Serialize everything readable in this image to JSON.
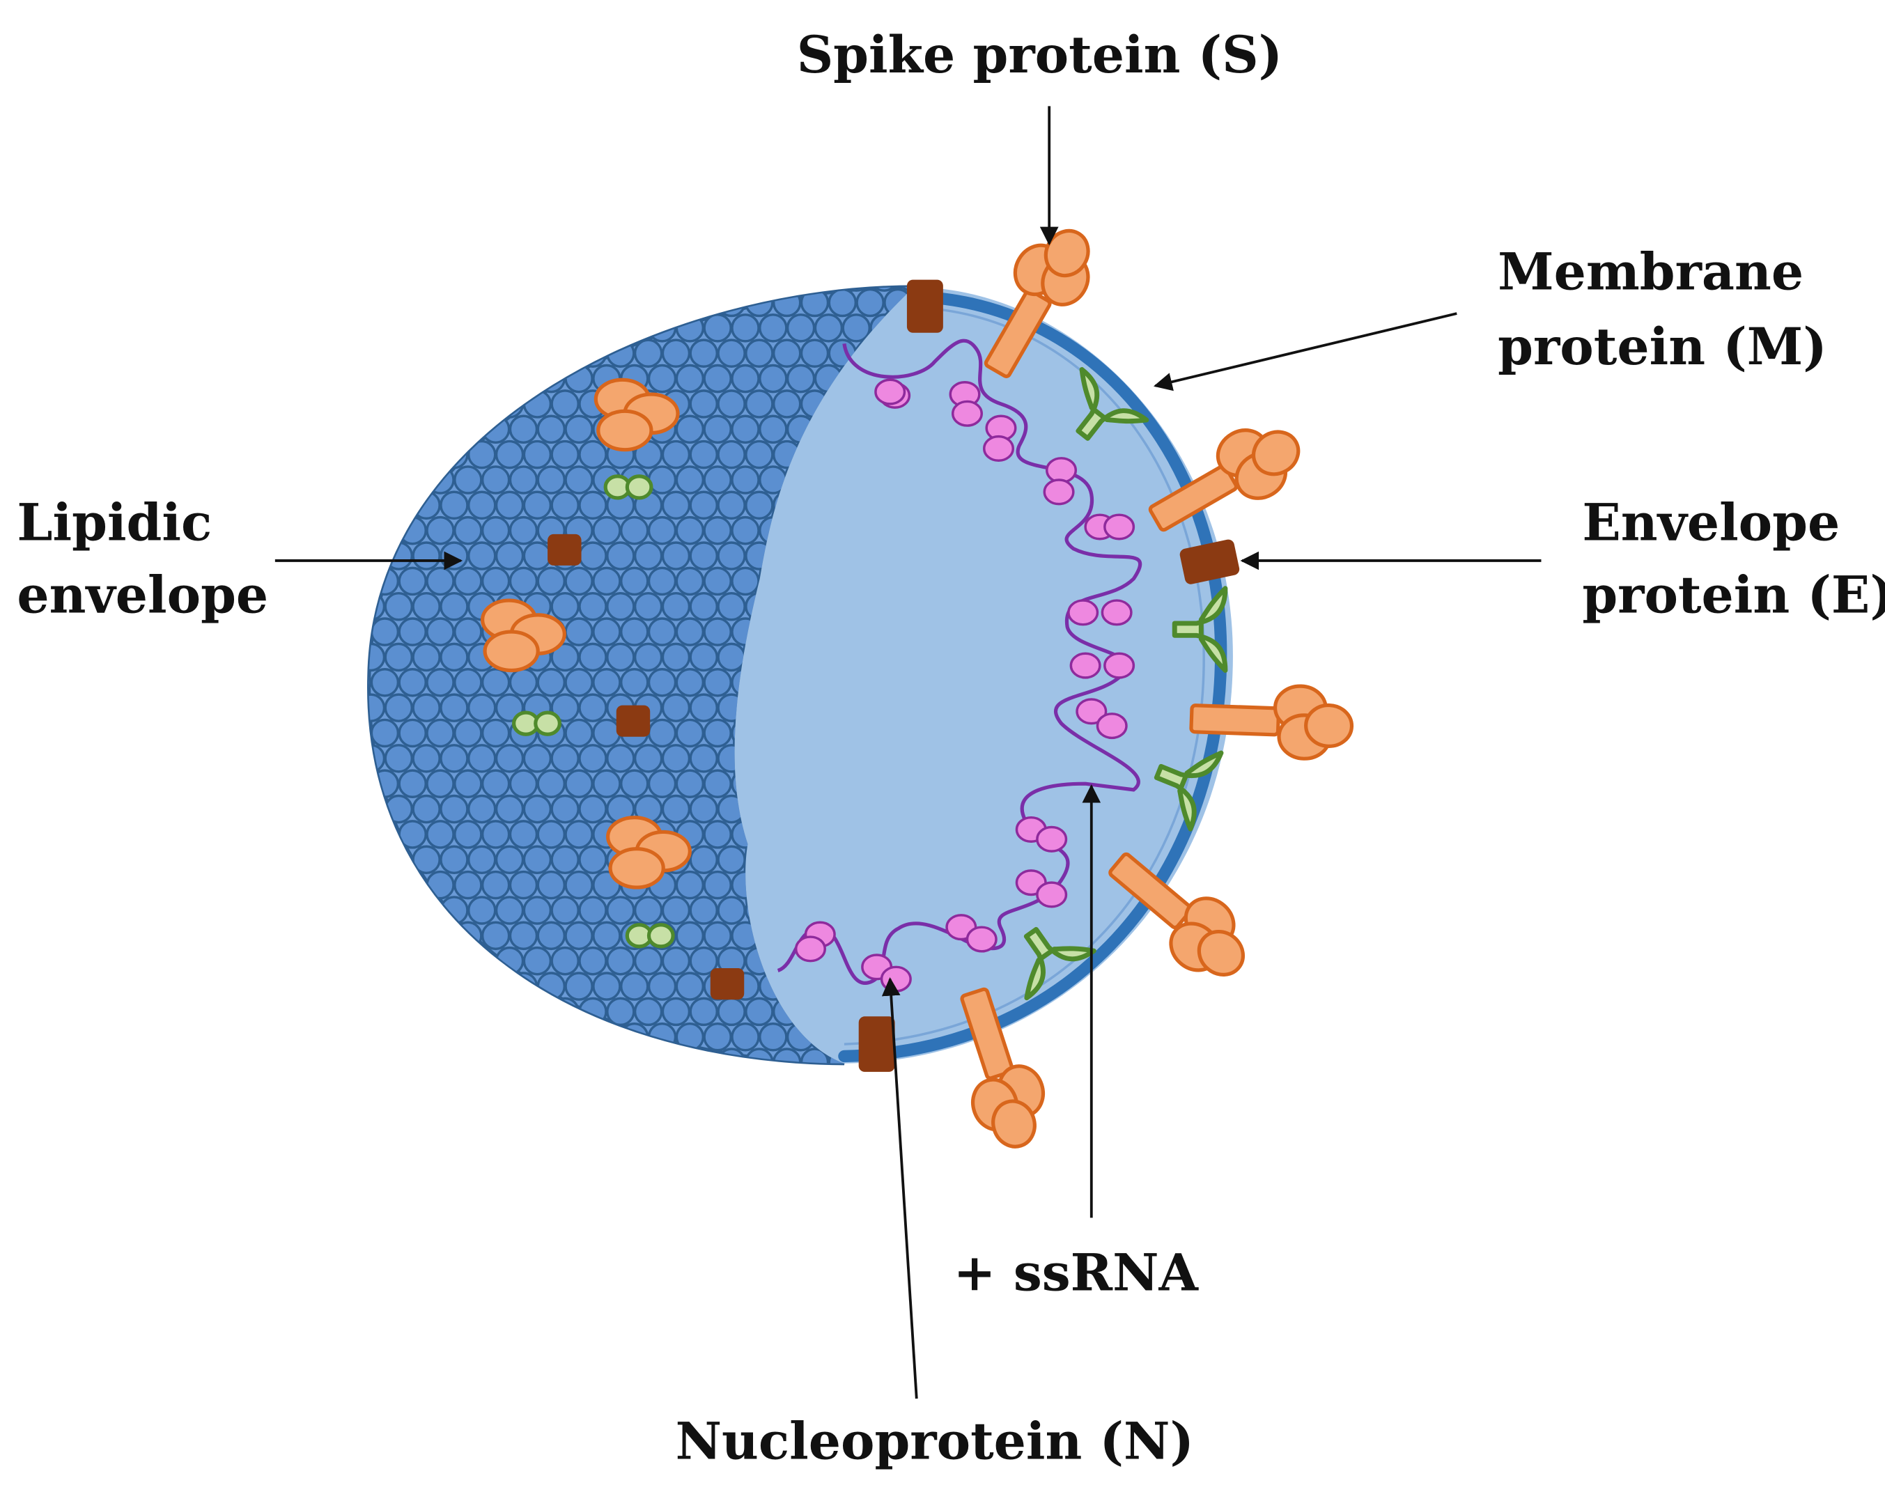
{
  "labels": {
    "spike": "Spike protein (S)",
    "membrane_line1": "Membrane",
    "membrane_line2": "protein (M)",
    "lipidic_line1": "Lipidic",
    "lipidic_line2": "envelope",
    "envelope_line1": "Envelope",
    "envelope_line2": "protein (E)",
    "ssrna": "+ ssRNA",
    "nucleoprotein": "Nucleoprotein (N)"
  },
  "colors": {
    "lipid_bead": "#5b8fd0",
    "lipid_outline": "#2e5f92",
    "interior": "#9fc2e6",
    "membrane_ring": "#2f73b8",
    "spike_fill": "#f4a66e",
    "spike_outline": "#d8661c",
    "m_protein_fill": "#c7e0a6",
    "m_protein_outline": "#4f8a2c",
    "e_protein": "#8b3a12",
    "rna_strand": "#7a2ea8",
    "nucleoprotein_fill": "#ee88e0",
    "nucleoprotein_outline": "#8e2a9c",
    "arrow": "#111111"
  }
}
